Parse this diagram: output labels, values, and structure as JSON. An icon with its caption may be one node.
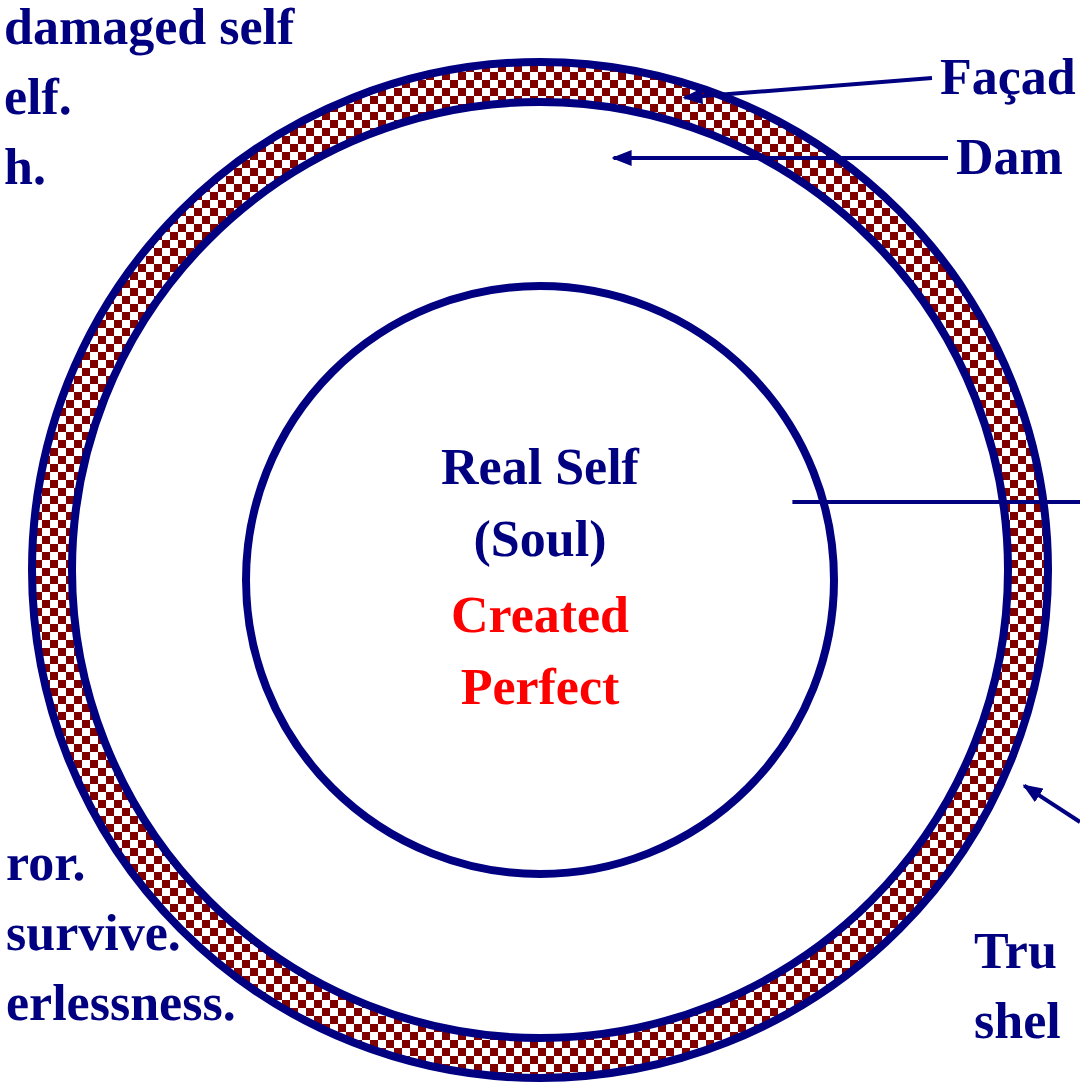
{
  "diagram": {
    "nodes": [
      {
        "text": [],
        "shape": "circle"
      },
      {
        "text": [],
        "shape": "circle",
        "in": 0
      },
      {
        "text": [
          "Real Self (Soul)",
          "Created Perfect"
        ],
        "in": 1
      },
      {
        "text": [
          "Façad"
        ]
      },
      {
        "text": [
          "Dam"
        ]
      }
    ],
    "edges": [
      {
        "from": 3,
        "to": 0,
        "arrow": "to"
      },
      {
        "from": 4,
        "to": 1,
        "arrow": "to"
      },
      {
        "from": null,
        "to": 2,
        "arrow": "none"
      },
      {
        "from": null,
        "to": 0,
        "arrow": "to"
      }
    ],
    "labels": [
      "damaged self elf. h.",
      "ror. survive. erlessness.",
      "Tru shel"
    ]
  }
}
